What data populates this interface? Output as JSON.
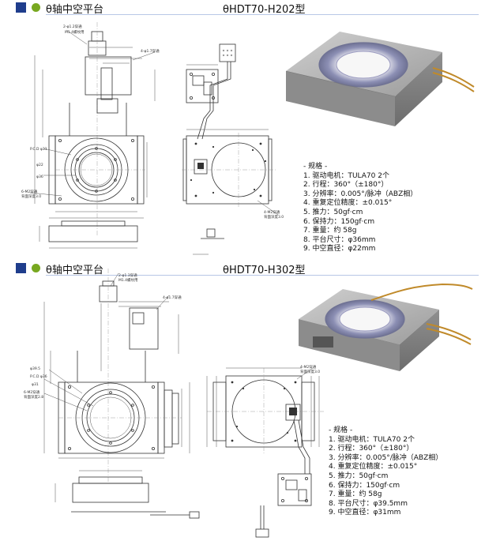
{
  "sections": [
    {
      "header": {
        "title": "θ轴中空平台",
        "model": "θHDT70-H202型"
      },
      "specs": {
        "title": "- 规格 -",
        "items": [
          "1. 驱动电机：TULA70  2个",
          "2. 行程：360°（±180°）",
          "3. 分辨率：0.005°/脉冲（ABZ相）",
          "4. 重复定位精度：±0.015°",
          "5. 推力：50gf·cm",
          "6. 保持力：150gf·cm",
          "7. 重量：约 58g",
          "8. 平台尺寸：φ36mm",
          "9. 中空直径：φ22mm"
        ]
      },
      "labels": {
        "hole_top": "2-φ1.2穿通",
        "thread_top": "M1.4螺纹用",
        "hole_side": "4-φ1.7穿通",
        "pcd": "P.C.D φ31",
        "dia_a": "φ22",
        "dia_b": "φ36",
        "thread_face": "6-M2穿通",
        "thread_face_depth": "背面深度3.0",
        "thread_base": "4-M2穿通",
        "thread_base_depth": "背面深度3.0"
      }
    },
    {
      "header": {
        "title": "θ轴中空平台",
        "model": "θHDT70-H302型"
      },
      "specs": {
        "title": "- 规格 -",
        "items": [
          "1. 驱动电机：TULA70  2个",
          "2. 行程：360°（±180°）",
          "3. 分辨率：0.005°/脉冲（ABZ相）",
          "4. 重复定位精度：±0.015°",
          "5. 推力：50gf·cm",
          "6. 保持力：150gf·cm",
          "7. 重量：约 58g",
          "8. 平台尺寸：φ39.5mm",
          "9. 中空直径：φ31mm"
        ]
      },
      "labels": {
        "hole_top": "2-φ1.3穿通",
        "thread_top": "M1.4螺纹用",
        "hole_side": "4-φ1.7穿通",
        "pcd": "P.C.D φ36",
        "dia_a": "φ39.5",
        "dia_b": "φ31",
        "thread_face": "6-M2穿通",
        "thread_face_depth": "背面深度2.8",
        "thread_base": "4-M2穿通",
        "thread_base_depth": "背面深度3.0"
      }
    }
  ],
  "colors": {
    "header_square": "#1f3d8c",
    "header_dot": "#78a820",
    "stage_body": "#a9a9a9",
    "stage_ring": "#8c8fb4",
    "cable": "#c08a2a"
  }
}
